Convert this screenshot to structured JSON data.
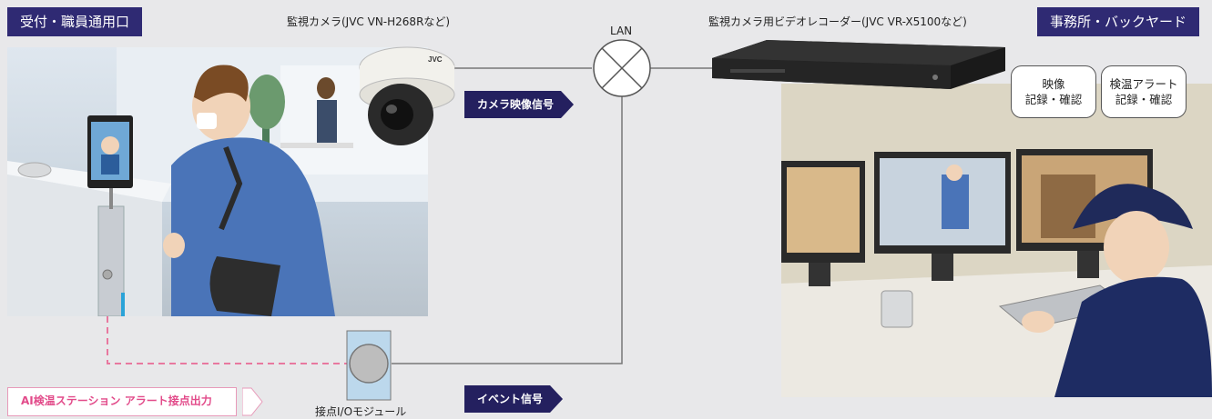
{
  "left_area_label": "受付・職員通用口",
  "right_area_label": "事務所・バックヤード",
  "camera_caption": "監視カメラ(JVC VN-H268Rなど)",
  "recorder_caption": "監視カメラ用ビデオレコーダー(JVC VR-X5100など)",
  "lan_label": "LAN",
  "camera_signal_label": "カメラ映像信号",
  "event_signal_label": "イベント信号",
  "ai_alert_label": "AI検温ステーション アラート接点出力",
  "io_module_label": "接点I/Oモジュール",
  "bubbles": [
    {
      "line1": "映像",
      "line2": "記録・確認"
    },
    {
      "line1": "検温アラート",
      "line2": "記録・確認"
    }
  ],
  "camera_brand": "JVC",
  "colors": {
    "navy": "#2f2a73",
    "pink": "#e24b8a",
    "line": "#666666"
  }
}
